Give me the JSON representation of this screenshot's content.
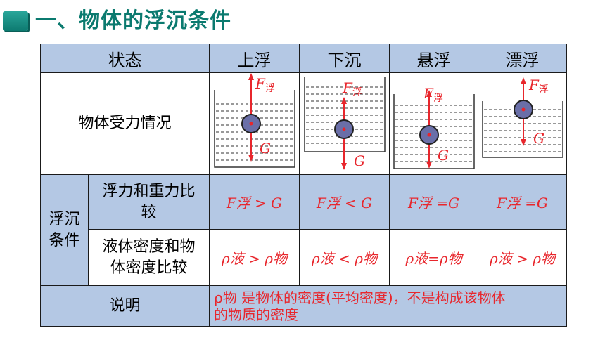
{
  "title": "一、物体的浮沉条件",
  "header": {
    "state": "状态",
    "float_up": "上浮",
    "sink": "下沉",
    "suspend": "悬浮",
    "floating": "漂浮"
  },
  "rows": {
    "force": {
      "label": "物体受力情况",
      "f_label": "F",
      "f_sub": "浮",
      "g_label": "G"
    },
    "group_label_line1": "浮沉",
    "group_label_line2": "条件",
    "compare_force": {
      "label_line1": "浮力和重力比",
      "label_line2": "较",
      "float_up": "F浮 > G",
      "sink": "F浮 < G",
      "suspend": "F浮 =G",
      "floating": "F浮 =G"
    },
    "compare_density": {
      "label_line1": "液体密度和物",
      "label_line2": "体密度比较",
      "float_up": "ρ液 > ρ物",
      "sink": "ρ液 < ρ物",
      "suspend": "ρ液=ρ物",
      "floating": "ρ液 > ρ物"
    },
    "note": {
      "label": "说明",
      "text_line1": "ρ物 是物体的密度(平均密度)，不是构成该物体",
      "text_line2": "的物质的密度"
    }
  },
  "colors": {
    "accent": "#0b7a6f",
    "header_bg": "#b4c8e4",
    "red": "#e8262c",
    "ball": "#6a6fa8"
  }
}
